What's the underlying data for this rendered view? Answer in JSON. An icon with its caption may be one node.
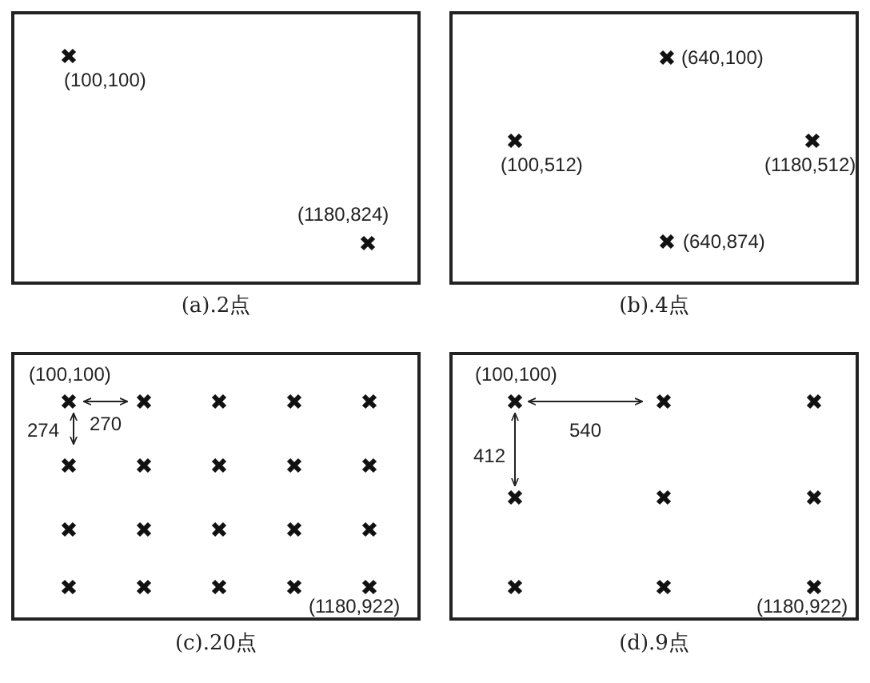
{
  "diagram": {
    "nodes": [
      {
        "text": [
          "(a).2点"
        ]
      },
      {
        "text": [
          "(b).4点"
        ]
      },
      {
        "text": [
          "(c).20点"
        ]
      },
      {
        "text": [
          "(d).9点"
        ]
      }
    ],
    "labels": [
      "(100,100)",
      "(1180,824)",
      "(640,100)",
      "(100,512)",
      "(1180,512)",
      "(640,874)",
      "(100,100)",
      "274",
      "270",
      "(1180,922)",
      "(100,100)",
      "540",
      "412",
      "(1180,922)"
    ]
  }
}
